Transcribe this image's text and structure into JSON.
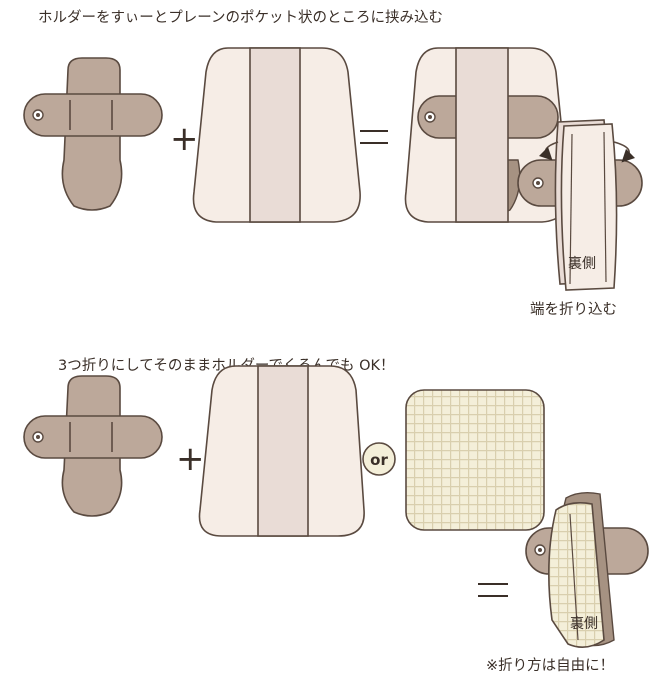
{
  "section1": {
    "heading": "ホルダーをすぃーとプレーンのポケット状のところに挟み込む",
    "plus": "+",
    "equals": "=",
    "back_label": "裏側",
    "note": "端を折り込む"
  },
  "section2": {
    "heading": "3つ折りにしてそのままホルダーでくるんでも OK！",
    "plus": "+",
    "or_badge": "or",
    "equals": "=",
    "back_label": "裏側",
    "note": "※折り方は自由に！"
  },
  "colors": {
    "holder": "#bca89a",
    "holder_shadow": "#a69282",
    "sheet": "#f6ede6",
    "sheet_stripe": "#e9dcd6",
    "gauze": "#f4efd9",
    "gauze_grid": "#d9cfae",
    "line": "#5a4a40",
    "text": "#3a2f28"
  },
  "icons": [
    "plus-sign-icon",
    "equals-sign-icon",
    "fold-arrow-icon",
    "snap-button-icon"
  ]
}
